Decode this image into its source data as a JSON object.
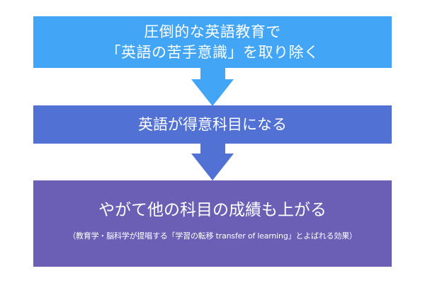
{
  "colors": {
    "step1": "#42A5F5",
    "step2": "#5171D4",
    "step3": "#6A5FB5",
    "text": "#FFFFFF"
  },
  "steps": [
    {
      "lines": [
        "圧倒的な英語教育で",
        "「英語の苦手意識」を取り除く"
      ]
    },
    {
      "lines": [
        "英語が得意科目になる"
      ]
    },
    {
      "lines": [
        "やがて他の科目の成績も上がる"
      ],
      "note": "（教育学・脳科学が提唱する「学習の転移 transfer of learning」とよばれる効果）"
    }
  ],
  "arrows": [
    {
      "icon": "down-arrow-icon"
    },
    {
      "icon": "down-arrow-icon"
    }
  ]
}
